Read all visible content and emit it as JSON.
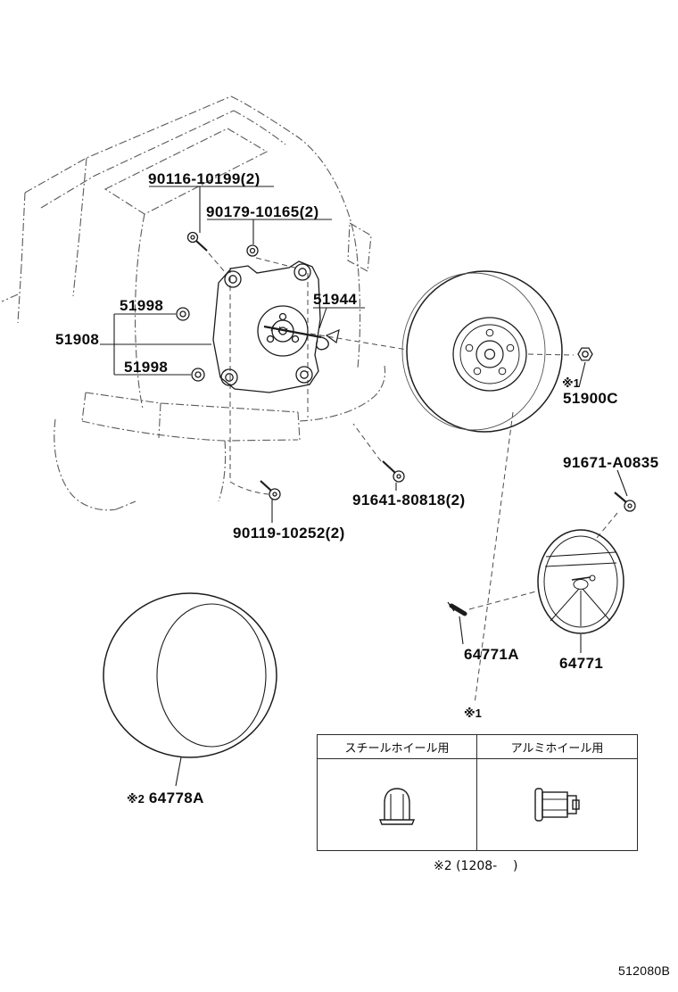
{
  "page": {
    "doc_code": "512080B",
    "footnote": "※2 (1208-    )"
  },
  "callouts": {
    "c90116": "90116-10199(2)",
    "c90179": "90179-10165(2)",
    "c51944": "51944",
    "c51998_upper": "51998",
    "c51908": "51908",
    "c51998_lower": "51998",
    "ref1": "※1",
    "c51900c": "51900C",
    "c91671": "91671-A0835",
    "c91641": "91641-80818(2)",
    "c90119": "90119-10252(2)",
    "c64771a": "64771A",
    "c64771": "64771",
    "ref2": "※2",
    "c64778a": "64778A",
    "table_ref": "※1"
  },
  "table": {
    "col_steel": "スチールホイール用",
    "col_aluminum": "アルミホイール用"
  }
}
